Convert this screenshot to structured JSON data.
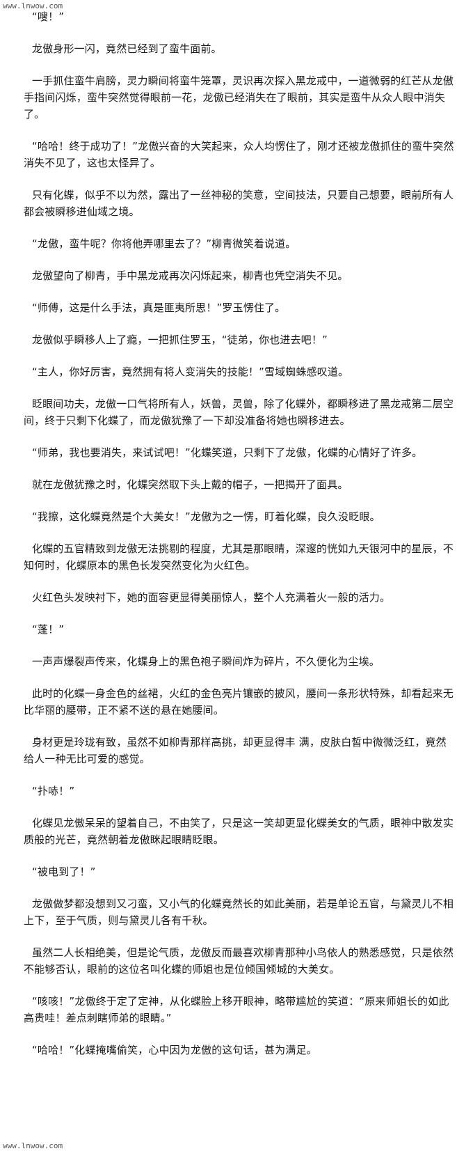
{
  "watermark": {
    "top": "www.lnwow.com",
    "bottom": "www.lnwow.com"
  },
  "paragraphs": [
    "“嗖！”",
    "龙傲身形一闪，竟然已经到了蛮牛面前。",
    "一手抓住蛮牛肩膀，灵力瞬间将蛮牛笼罩，灵识再次探入黑龙戒中，一道微弱的红芒从龙傲手指间闪烁，蛮牛突然觉得眼前一花，龙傲已经消失在了眼前，其实是蛮牛从众人眼中消失了。",
    "“哈哈！终于成功了！”龙傲兴奋的大笑起来，众人均愣住了，刚才还被龙傲抓住的蛮牛突然消失不见了，这也太怪异了。",
    "只有化蝶，似乎不以为然，露出了一丝神秘的笑意，空间技法，只要自己想要，眼前所有人都会被瞬移进仙域之境。",
    "“龙傲，蛮牛呢？你将他弄哪里去了？”柳青微笑着说道。",
    "龙傲望向了柳青，手中黑龙戒再次闪烁起来，柳青也凭空消失不见。",
    "“师傅，这是什么手法，真是匪夷所思！”罗玉愣住了。",
    "龙傲似乎瞬移人上了瘾，一把抓住罗玉，“徒弟，你也进去吧！”",
    "“主人，你好厉害，竟然拥有将人变消失的技能！”雪域蜘蛛感叹道。",
    "眨眼间功夫，龙傲一口气将所有人，妖兽，灵兽，除了化蝶外，都瞬移进了黑龙戒第二层空间，终于只剩下化蝶了，而龙傲犹豫了一下却没准备将她也瞬移进去。",
    "“师弟，我也要消失，来试试吧！”化蝶笑道，只剩下了龙傲，化蝶的心情好了许多。",
    "就在龙傲犹豫之时，化蝶突然取下头上戴的帽子，一把揭开了面具。",
    "“我擦，这化蝶竟然是个大美女！”龙傲为之一愣，盯着化蝶，良久没眨眼。",
    "化蝶的五官精致到龙傲无法挑剔的程度，尤其是那眼睛，深邃的恍如九天银河中的星辰，不知何时，化蝶原本的黑色长发突然变化为火红色。",
    "火红色头发映衬下，她的面容更显得美丽惊人，整个人充满着火一般的活力。",
    "“蓬！”",
    "一声声爆裂声传来，化蝶身上的黑色袍子瞬间炸为碎片，不久便化为尘埃。",
    "此时的化蝶一身金色的丝裙，火红的金色亮片镶嵌的披风，腰间一条形状特殊，却看起来无比华丽的腰带，正不紧不送的悬在她腰间。",
    "身材更是玲珑有致，虽然不如柳青那样高挑，却更显得丰  满，皮肤白皙中微微泛红，竟然给人一种无比可爱的感觉。",
    "“扑哧！”",
    "化蝶见龙傲呆呆的望着自己，不由笑了，只是这一笑却更显化蝶美女的气质，眼神中散发实质般的光芒，竟然朝着龙傲眯起眼睛眨眼。",
    "“被电到了！”",
    "龙傲做梦都没想到又刁蛮，又小气的化蝶竟然长的如此美丽，若是单论五官，与黛灵儿不相上下，至于气质，则与黛灵儿各有千秋。",
    "虽然二人长相绝美，但是论气质，龙傲反而最喜欢柳青那种小鸟依人的熟悉感觉，只是依然不能够否认，眼前的这位名叫化蝶的师姐也是位倾国倾城的大美女。",
    "“咳咳！”龙傲终于定了定神，从化蝶脸上移开眼神，略带尴尬的笑道：“原来师姐长的如此高贵哇！差点刺瞎师弟的眼睛。”",
    "“哈哈！”化蝶掩嘴偷笑，心中因为龙傲的这句话，甚为满足。"
  ]
}
